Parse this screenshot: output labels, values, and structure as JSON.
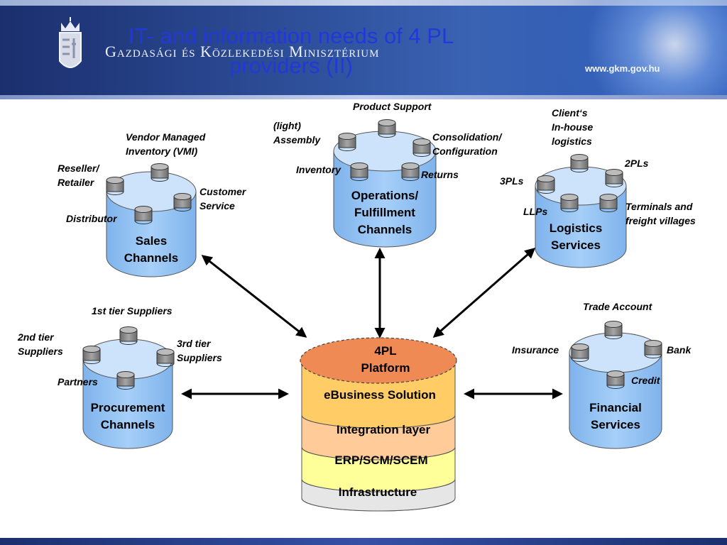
{
  "header": {
    "title_line1": "IT- and information needs of 4 PL",
    "title_line2": "providers (II)",
    "ministry": "Gazdasági és Közlekedési Minisztérium",
    "url": "www.gkm.gov.hu"
  },
  "sales": {
    "name_line1": "Sales",
    "name_line2": "Channels",
    "vmi_line1": "Vendor Managed",
    "vmi_line2": "Inventory (VMI)",
    "reseller_line1": "Reseller/",
    "reseller_line2": "Retailer",
    "customer_line1": "Customer",
    "customer_line2": "Service",
    "distributor": "Distributor"
  },
  "operations": {
    "name_line1": "Operations/",
    "name_line2": "Fulfillment",
    "name_line3": "Channels",
    "product_support": "Product Support",
    "light_line1": "(light)",
    "light_line2": "Assembly",
    "consolidation_line1": "Consolidation/",
    "consolidation_line2": "Configuration",
    "inventory": "Inventory",
    "returns": "Returns"
  },
  "logistics": {
    "name_line1": "Logistics",
    "name_line2": "Services",
    "client_line1": "Client‘s",
    "client_line2": "In-house",
    "client_line3": "logistics",
    "twopl": "2PLs",
    "threepl": "3PLs",
    "llps": "LLPs",
    "terminals_line1": "Terminals and",
    "terminals_line2": "freight villages"
  },
  "procurement": {
    "name_line1": "Procurement",
    "name_line2": "Channels",
    "tier1": "1st tier Suppliers",
    "tier2_line1": "2nd tier",
    "tier2_line2": "Suppliers",
    "tier3_line1": "3rd tier",
    "tier3_line2": "Suppliers",
    "partners": "Partners"
  },
  "financial": {
    "name_line1": "Financial",
    "name_line2": "Services",
    "trade_account": "Trade Account",
    "insurance": "Insurance",
    "bank": "Bank",
    "credit": "Credit"
  },
  "platform": {
    "top_line1": "4PL",
    "top_line2": "Platform",
    "layer1": "eBusiness Solution",
    "layer2": "Integration layer",
    "layer3": "ERP/SCM/SCEM",
    "layer4": "Infrastructure"
  },
  "colors": {
    "cylinder_body": "#8fc1f5",
    "cylinder_top": "#cde3fb",
    "platform_top": "#f08a55",
    "layer_ebusiness": "#ffcc66",
    "layer_integration": "#ffcc99",
    "layer_erp": "#ffff99",
    "layer_infra": "#e6e6e6",
    "title_blue": "#2338d8"
  }
}
